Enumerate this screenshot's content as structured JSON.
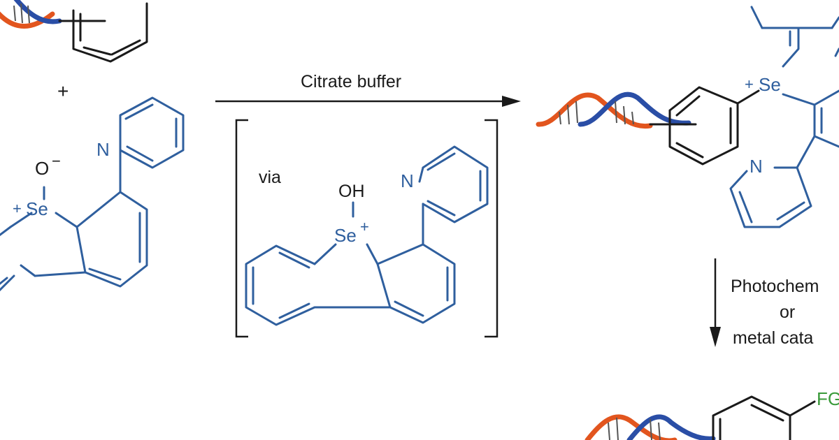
{
  "colors": {
    "text": "#1a1a1a",
    "molecule": "#2f5f9e",
    "reagent_line": "#1a1a1a",
    "dna_strand_orange": "#e2551e",
    "dna_strand_blue": "#2a4ea6",
    "functional_group": "#3a9a3a"
  },
  "plus_sign": "+",
  "reaction_arrow": {
    "label": "Citrate buffer"
  },
  "intermediate": {
    "via_label": "via",
    "hydroxy_label": "OH",
    "selenium_label": "Se",
    "charge": "+"
  },
  "reagent": {
    "oxide_label": "O",
    "oxide_charge": "−",
    "selenium_label": "Se",
    "charge": "+",
    "pyridine_n": "N"
  },
  "product": {
    "selenium_label": "Se",
    "charge": "+",
    "pyridine_n": "N"
  },
  "second_step": {
    "conditions": [
      "Photochem",
      "or",
      "metal cata"
    ]
  },
  "final_product": {
    "group_label": "FG"
  }
}
